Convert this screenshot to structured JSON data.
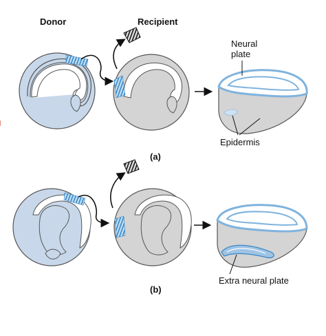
{
  "labels": {
    "donor": "Donor",
    "recipient": "Recipient",
    "neural_plate_line1": "Neural",
    "neural_plate_line2": "plate",
    "epidermis": "Epidermis",
    "panel_a": "(a)",
    "panel_b": "(b)",
    "extra_neural_plate": "Extra neural plate"
  },
  "colors": {
    "donor_fill": "#c8d8ea",
    "recipient_fill": "#d4d4d4",
    "outline": "#555555",
    "graft_stripes": "#3a86c4",
    "neural_blue": "#7fb3dd",
    "arrow": "#111111"
  },
  "icons": [
    "discarded-tissue-icon"
  ]
}
